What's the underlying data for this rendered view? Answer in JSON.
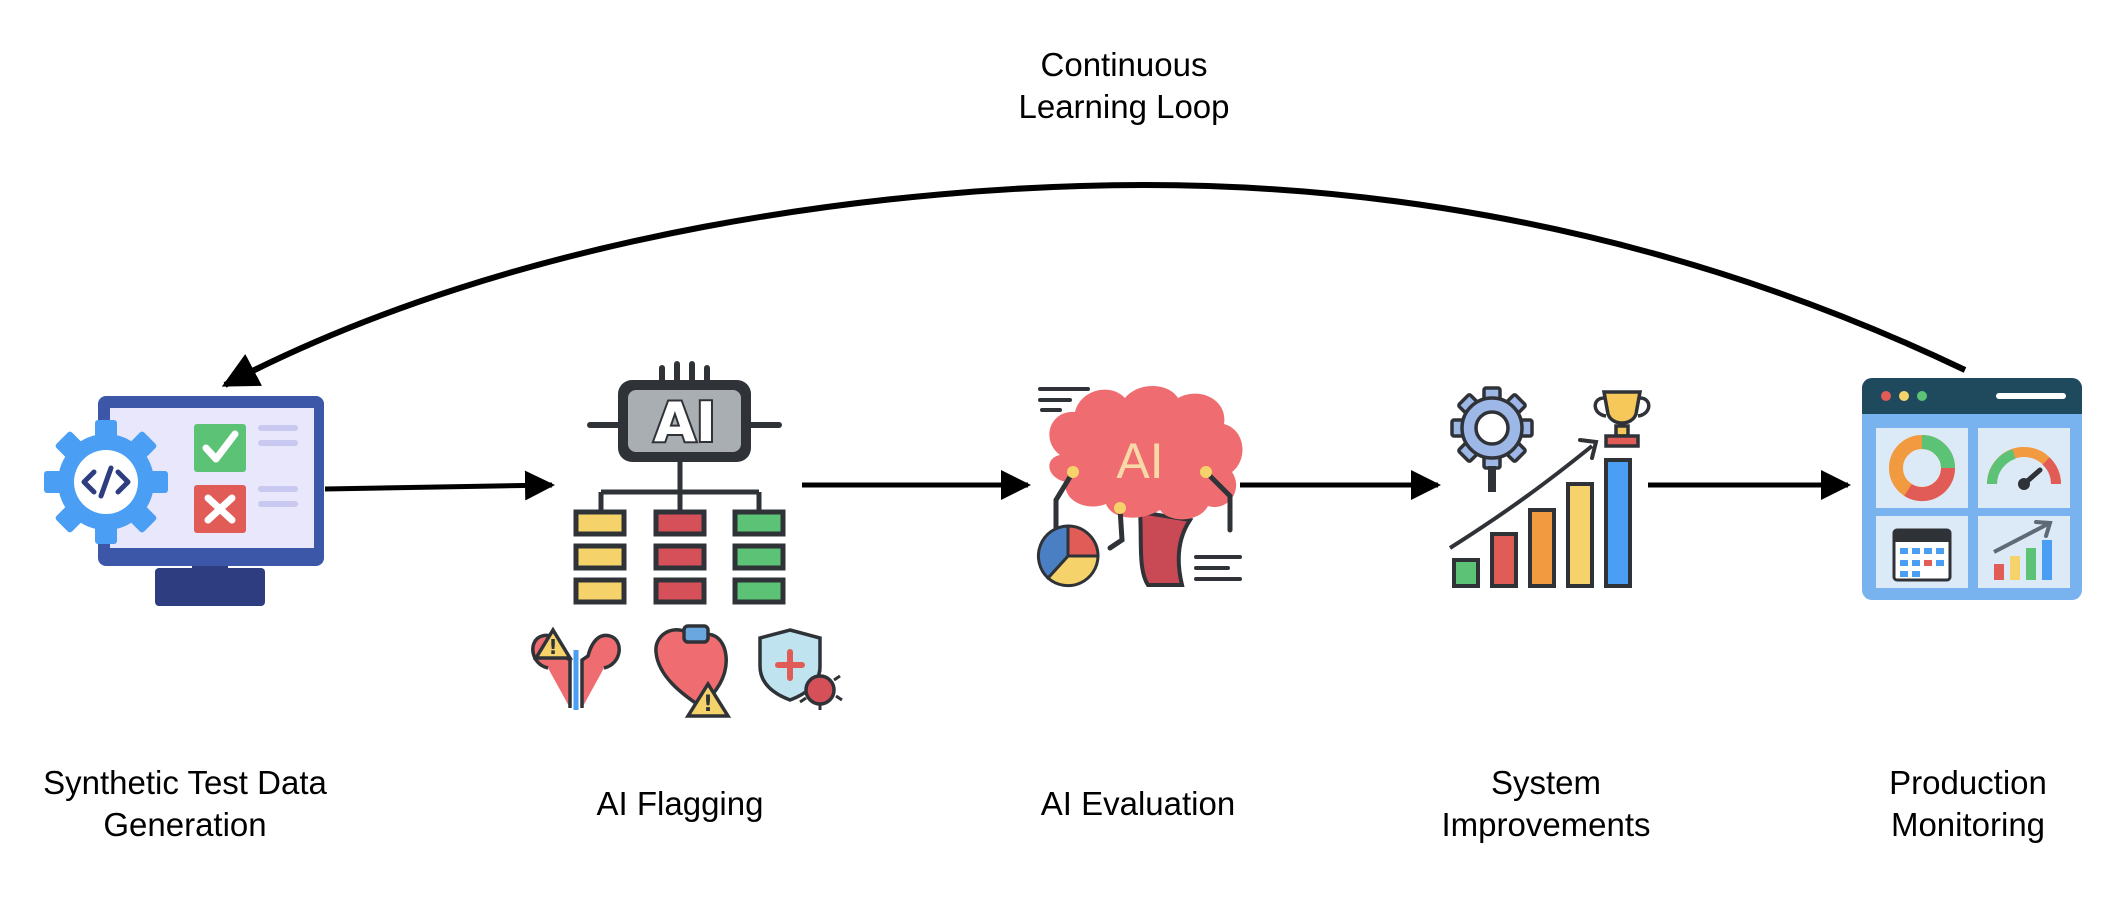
{
  "loop_label": [
    "Continuous",
    "Learning Loop"
  ],
  "stages": [
    {
      "id": "synthetic",
      "label": [
        "Synthetic Test Data",
        "Generation"
      ],
      "icon": "monitor-gear-checklist-icon"
    },
    {
      "id": "flagging",
      "label": [
        "AI Flagging"
      ],
      "icon": "ai-chip-hierarchy-icon"
    },
    {
      "id": "evaluation",
      "label": [
        "AI Evaluation"
      ],
      "icon": "ai-brain-icon"
    },
    {
      "id": "improvements",
      "label": [
        "System",
        "Improvements"
      ],
      "icon": "growth-bar-chart-trophy-icon"
    },
    {
      "id": "monitoring",
      "label": [
        "Production",
        "Monitoring"
      ],
      "icon": "dashboard-window-icon"
    }
  ],
  "colors": {
    "arrow": "#000000",
    "outline": "#2f3338",
    "blue": "#4a9ff5",
    "navy": "#2e3d7f",
    "green": "#5cc276",
    "red": "#e15b57",
    "yellow": "#f6d36a",
    "orange": "#f29a3f",
    "pink": "#ef6d71",
    "lavender": "#e8e7fb"
  }
}
